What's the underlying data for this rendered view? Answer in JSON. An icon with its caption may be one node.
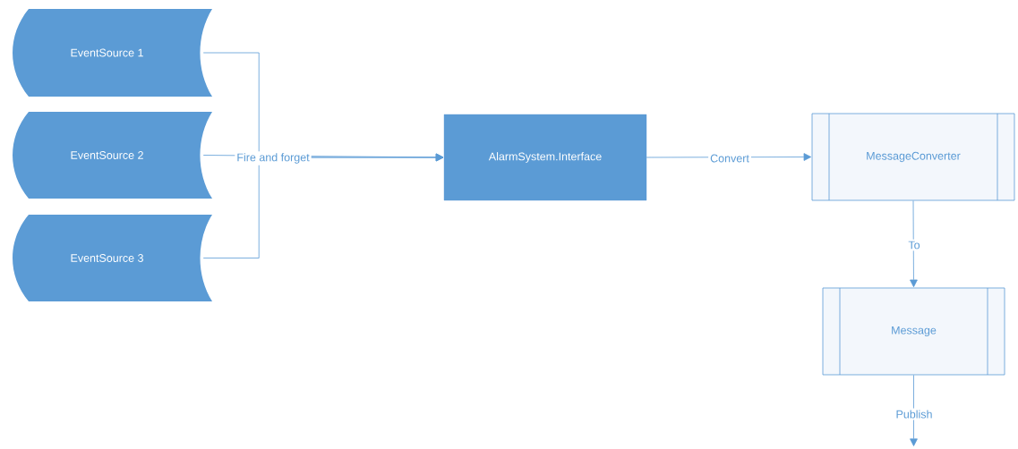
{
  "diagram": {
    "nodes": [
      {
        "text": [
          "EventSource 1"
        ]
      },
      {
        "text": [
          "EventSource 2"
        ]
      },
      {
        "text": [
          "EventSource 3"
        ]
      },
      {
        "text": [
          "AlarmSystem.Interface"
        ]
      },
      {
        "text": [
          "MessageConverter"
        ]
      },
      {
        "text": [
          "Message"
        ]
      }
    ],
    "edges": [
      {
        "from": 0,
        "to": 3,
        "arrow": "to"
      },
      {
        "from": 1,
        "to": 3,
        "arrow": "to",
        "label": "Fire and forget"
      },
      {
        "from": 2,
        "to": 3,
        "arrow": "to"
      },
      {
        "from": 3,
        "to": 4,
        "arrow": "to",
        "label": "Convert"
      },
      {
        "from": 4,
        "to": 5,
        "arrow": "to",
        "label": "To"
      },
      {
        "from": 5,
        "to": null,
        "arrow": "to",
        "label": "Publish"
      }
    ]
  }
}
